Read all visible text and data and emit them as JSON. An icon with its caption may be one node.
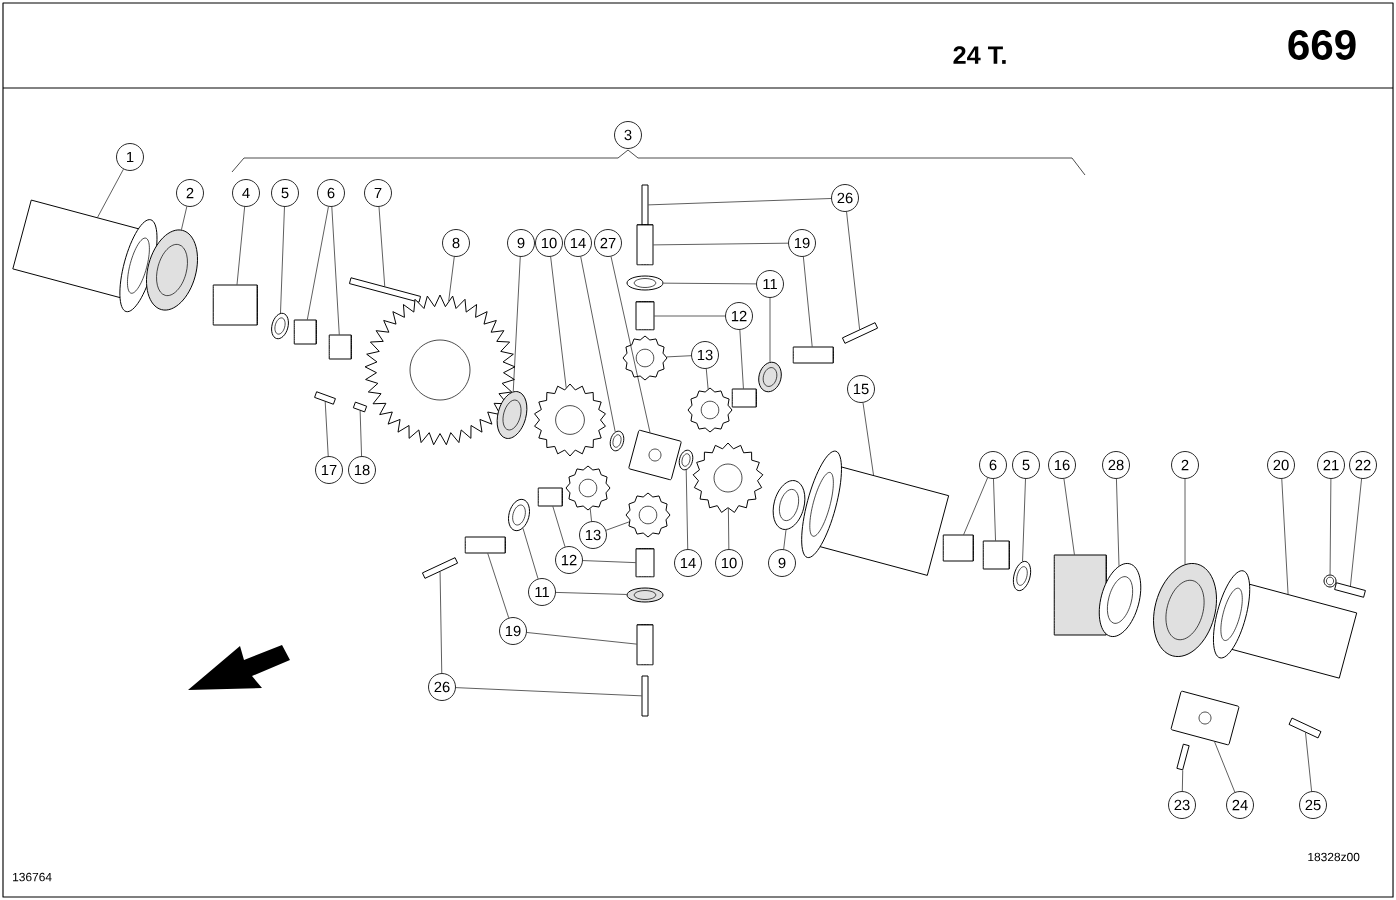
{
  "diagram": {
    "nodes": [
      {
        "text": [
          "3"
        ]
      },
      {
        "text": [
          "1"
        ]
      },
      {
        "text": [
          "2"
        ]
      },
      {
        "text": [
          "4"
        ]
      },
      {
        "text": [
          "5"
        ]
      },
      {
        "text": [
          "6"
        ]
      },
      {
        "text": [
          "7"
        ]
      },
      {
        "text": [
          "26"
        ]
      },
      {
        "text": [
          "8"
        ]
      },
      {
        "text": [
          "9"
        ]
      },
      {
        "text": [
          "10"
        ]
      },
      {
        "text": [
          "14"
        ]
      },
      {
        "text": [
          "27"
        ]
      },
      {
        "text": [
          "19"
        ]
      },
      {
        "text": [
          "11"
        ]
      },
      {
        "text": [
          "12"
        ]
      },
      {
        "text": [
          "13"
        ]
      },
      {
        "text": [
          "15"
        ]
      },
      {
        "text": [
          "17"
        ]
      },
      {
        "text": [
          "18"
        ]
      },
      {
        "text": [
          "6"
        ]
      },
      {
        "text": [
          "5"
        ]
      },
      {
        "text": [
          "16"
        ]
      },
      {
        "text": [
          "28"
        ]
      },
      {
        "text": [
          "2"
        ]
      },
      {
        "text": [
          "20"
        ]
      },
      {
        "text": [
          "21"
        ]
      },
      {
        "text": [
          "22"
        ]
      },
      {
        "text": [
          "13"
        ]
      },
      {
        "text": [
          "12"
        ]
      },
      {
        "text": [
          "14"
        ]
      },
      {
        "text": [
          "10"
        ]
      },
      {
        "text": [
          "9"
        ]
      },
      {
        "text": [
          "11"
        ]
      },
      {
        "text": [
          "19"
        ]
      },
      {
        "text": [
          "26"
        ]
      },
      {
        "text": [
          "23"
        ]
      },
      {
        "text": [
          "24"
        ]
      },
      {
        "text": [
          "25"
        ]
      },
      {
        "text": [],
        "shape": "picture"
      },
      {
        "text": [],
        "shape": "circle"
      },
      {
        "text": [],
        "shape": "cylinder"
      },
      {
        "text": [],
        "shape": "circle"
      },
      {
        "text": [],
        "shape": "cylinder"
      },
      {
        "text": [],
        "shape": "cylinder"
      },
      {
        "text": [],
        "shape": "bar"
      },
      {
        "text": [],
        "shape": "gear"
      },
      {
        "text": [],
        "shape": "circle"
      },
      {
        "text": [],
        "shape": "gear"
      },
      {
        "text": [],
        "shape": "circle"
      },
      {
        "text": [],
        "shape": "box"
      },
      {
        "text": [],
        "shape": "bar"
      },
      {
        "text": [],
        "shape": "bar"
      },
      {
        "text": [],
        "shape": "bar"
      },
      {
        "text": [],
        "shape": "cylinder"
      },
      {
        "text": [],
        "shape": "circle"
      },
      {
        "text": [],
        "shape": "cylinder"
      },
      {
        "text": [],
        "shape": "gear"
      },
      {
        "text": [],
        "shape": "bar"
      },
      {
        "text": [],
        "shape": "cylinder"
      },
      {
        "text": [],
        "shape": "circle"
      },
      {
        "text": [],
        "shape": "cylinder"
      },
      {
        "text": [],
        "shape": "gear"
      },
      {
        "text": [],
        "shape": "circle"
      },
      {
        "text": [],
        "shape": "gear"
      },
      {
        "text": [],
        "shape": "circle"
      },
      {
        "text": [],
        "shape": "picture"
      },
      {
        "text": [],
        "shape": "cylinder"
      },
      {
        "text": [],
        "shape": "cylinder"
      },
      {
        "text": [],
        "shape": "circle"
      },
      {
        "text": [],
        "shape": "cylinder"
      },
      {
        "text": [],
        "shape": "circle"
      },
      {
        "text": [],
        "shape": "circle"
      },
      {
        "text": [],
        "shape": "picture"
      },
      {
        "text": [],
        "shape": "circle"
      },
      {
        "text": [],
        "shape": "bar"
      },
      {
        "text": [],
        "shape": "bar"
      },
      {
        "text": [],
        "shape": "box"
      },
      {
        "text": [],
        "shape": "bar"
      },
      {
        "text": [],
        "shape": "gear"
      },
      {
        "text": [],
        "shape": "cylinder"
      },
      {
        "text": [],
        "shape": "circle"
      },
      {
        "text": [],
        "shape": "cylinder"
      },
      {
        "text": [],
        "shape": "bar"
      },
      {
        "text": [],
        "shape": "gear"
      },
      {
        "text": [],
        "shape": "cylinder"
      },
      {
        "text": [],
        "shape": "circle"
      },
      {
        "text": [],
        "shape": "cylinder"
      },
      {
        "text": [],
        "shape": "bar"
      }
    ],
    "edges": [
      {
        "from": 1,
        "to": 39,
        "arrow": "none"
      },
      {
        "from": 2,
        "to": 40,
        "arrow": "none"
      },
      {
        "from": 3,
        "to": 41,
        "arrow": "none"
      },
      {
        "from": 4,
        "to": 42,
        "arrow": "none"
      },
      {
        "from": 5,
        "to": 43,
        "arrow": "none"
      },
      {
        "from": 5,
        "to": 44,
        "arrow": "none"
      },
      {
        "from": 6,
        "to": 45,
        "arrow": "none"
      },
      {
        "from": 7,
        "to": 53,
        "arrow": "none"
      },
      {
        "from": 7,
        "to": 58,
        "arrow": "none"
      },
      {
        "from": 8,
        "to": 46,
        "arrow": "none"
      },
      {
        "from": 9,
        "to": 47,
        "arrow": "none"
      },
      {
        "from": 10,
        "to": 48,
        "arrow": "none"
      },
      {
        "from": 11,
        "to": 49,
        "arrow": "none"
      },
      {
        "from": 12,
        "to": 50,
        "arrow": "none"
      },
      {
        "from": 13,
        "to": 54,
        "arrow": "none"
      },
      {
        "from": 13,
        "to": 59,
        "arrow": "none"
      },
      {
        "from": 14,
        "to": 55,
        "arrow": "none"
      },
      {
        "from": 14,
        "to": 60,
        "arrow": "none"
      },
      {
        "from": 15,
        "to": 56,
        "arrow": "none"
      },
      {
        "from": 15,
        "to": 61,
        "arrow": "none"
      },
      {
        "from": 16,
        "to": 57,
        "arrow": "none"
      },
      {
        "from": 16,
        "to": 62,
        "arrow": "none"
      },
      {
        "from": 17,
        "to": 66,
        "arrow": "none"
      },
      {
        "from": 18,
        "to": 51,
        "arrow": "none"
      },
      {
        "from": 19,
        "to": 52,
        "arrow": "none"
      },
      {
        "from": 20,
        "to": 67,
        "arrow": "none"
      },
      {
        "from": 20,
        "to": 68,
        "arrow": "none"
      },
      {
        "from": 21,
        "to": 69,
        "arrow": "none"
      },
      {
        "from": 22,
        "to": 70,
        "arrow": "none"
      },
      {
        "from": 23,
        "to": 71,
        "arrow": "none"
      },
      {
        "from": 24,
        "to": 72,
        "arrow": "none"
      },
      {
        "from": 25,
        "to": 73,
        "arrow": "none"
      },
      {
        "from": 26,
        "to": 74,
        "arrow": "none"
      },
      {
        "from": 27,
        "to": 75,
        "arrow": "none"
      },
      {
        "from": 28,
        "to": 79,
        "arrow": "none"
      },
      {
        "from": 28,
        "to": 84,
        "arrow": "none"
      },
      {
        "from": 29,
        "to": 80,
        "arrow": "none"
      },
      {
        "from": 29,
        "to": 85,
        "arrow": "none"
      },
      {
        "from": 30,
        "to": 63,
        "arrow": "none"
      },
      {
        "from": 31,
        "to": 64,
        "arrow": "none"
      },
      {
        "from": 32,
        "to": 65,
        "arrow": "none"
      },
      {
        "from": 33,
        "to": 81,
        "arrow": "none"
      },
      {
        "from": 33,
        "to": 86,
        "arrow": "none"
      },
      {
        "from": 34,
        "to": 82,
        "arrow": "none"
      },
      {
        "from": 34,
        "to": 87,
        "arrow": "none"
      },
      {
        "from": 35,
        "to": 83,
        "arrow": "none"
      },
      {
        "from": 35,
        "to": 88,
        "arrow": "none"
      },
      {
        "from": 36,
        "to": 76,
        "arrow": "none"
      },
      {
        "from": 37,
        "to": 77,
        "arrow": "none"
      },
      {
        "from": 38,
        "to": 78,
        "arrow": "none"
      }
    ],
    "labels": [
      "24 T.",
      "669",
      "18328z00",
      "136764"
    ]
  }
}
